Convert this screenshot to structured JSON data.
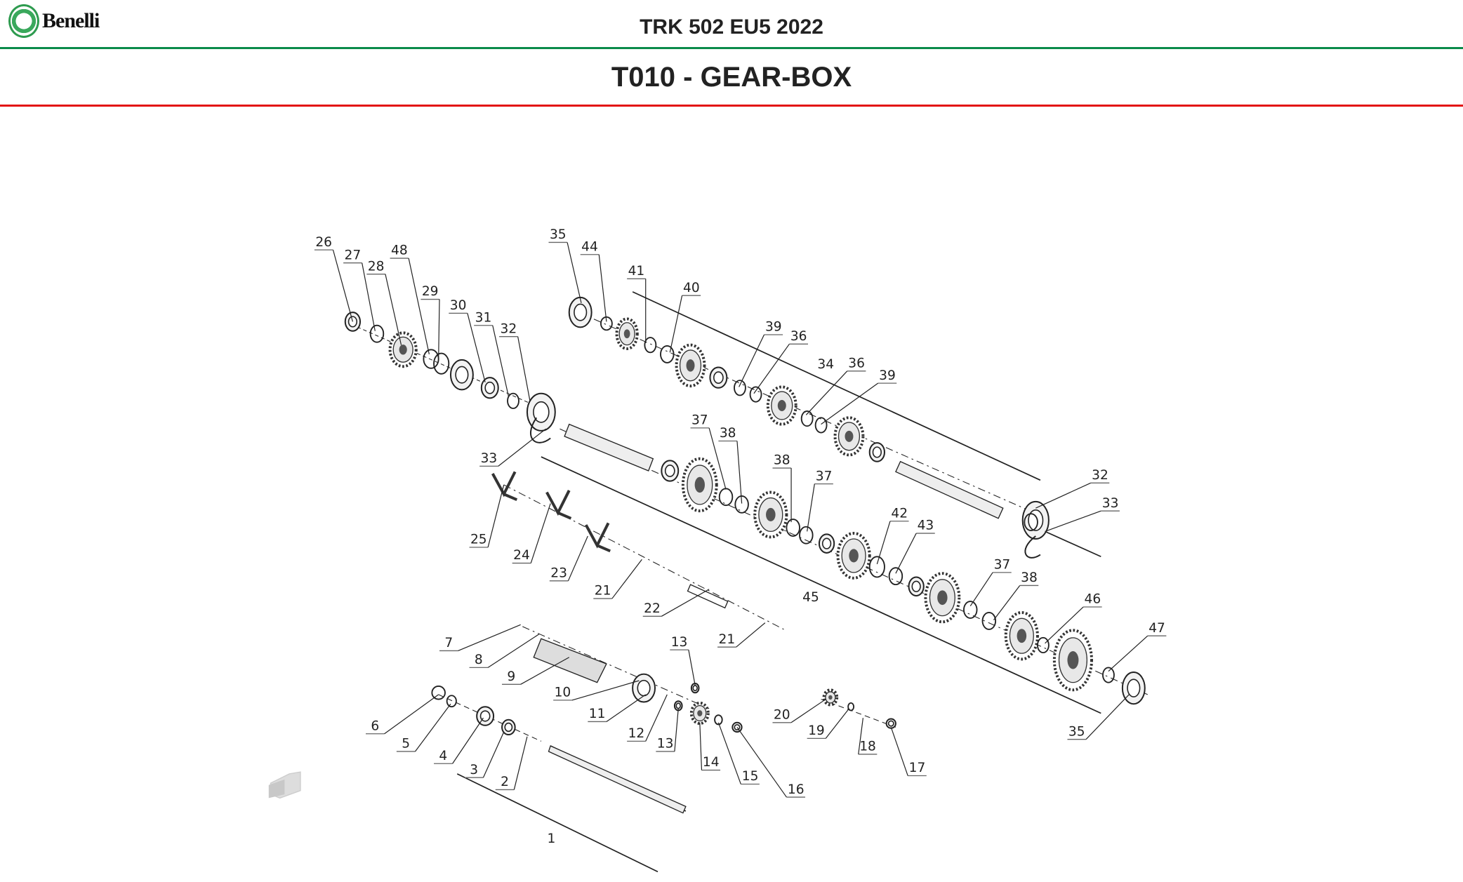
{
  "header": {
    "brand": "Benelli",
    "logo_text": "Benelli",
    "model": "TRK 502 EU5 2022",
    "section": "T010 - GEAR-BOX"
  },
  "colors": {
    "green_rule": "#0a8a4a",
    "red_rule": "#e31212"
  },
  "diagram": {
    "callouts": [
      "26",
      "27",
      "28",
      "48",
      "29",
      "30",
      "31",
      "32",
      "35",
      "44",
      "41",
      "40",
      "39",
      "36",
      "34",
      "36",
      "39",
      "33",
      "37",
      "38",
      "38",
      "37",
      "32",
      "33",
      "25",
      "24",
      "23",
      "42",
      "43",
      "21",
      "22",
      "45",
      "37",
      "38",
      "46",
      "47",
      "21",
      "7",
      "8",
      "9",
      "13",
      "10",
      "11",
      "20",
      "12",
      "13",
      "19",
      "18",
      "17",
      "14",
      "15",
      "16",
      "6",
      "5",
      "4",
      "3",
      "2",
      "35",
      "1"
    ],
    "nav_icon": "arrow-icon"
  }
}
